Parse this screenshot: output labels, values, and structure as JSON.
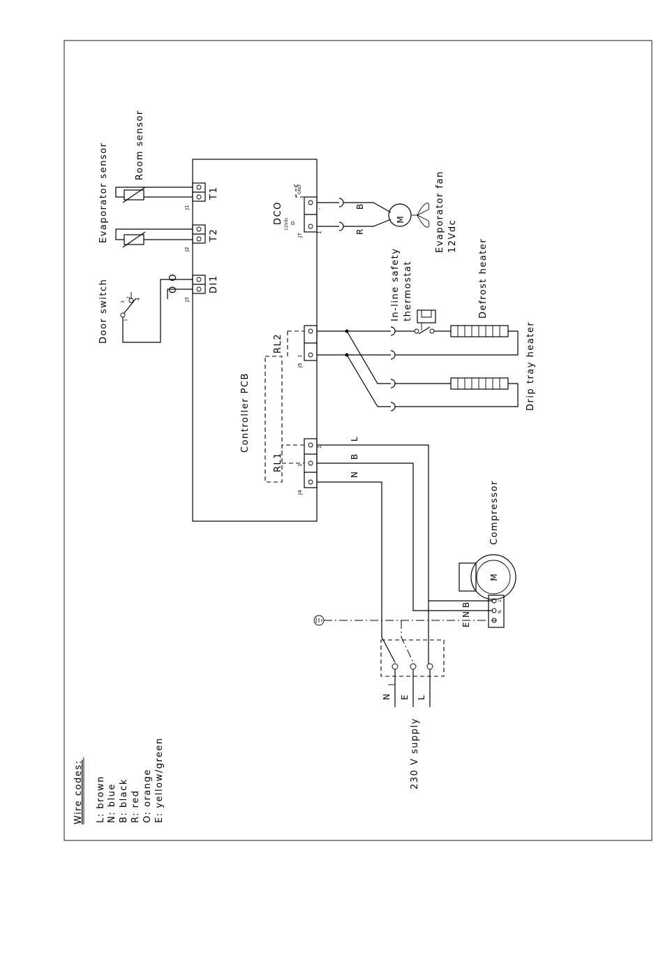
{
  "labels": {
    "room_sensor": "Room sensor",
    "evaporator_sensor": "Evaporator sensor",
    "door_switch": "Door switch",
    "controller_pcb": "Controller PCB",
    "in_line_safety": "In-line safety",
    "thermostat": "thermostat",
    "defrost_heater": "Defrost heater",
    "drip_tray_heater": "Drip tray heater",
    "evaporator_fan": "Evaporator fan",
    "fan_voltage": "12Vdc",
    "compressor": "Compressor",
    "supply": "230 V supply"
  },
  "terminals": {
    "t1": "T1",
    "t2": "T2",
    "di1": "DI1",
    "dco": "DCO",
    "rl1": "RL1",
    "rl2": "RL2",
    "j1": "J1",
    "j2": "J2",
    "j3": "J3",
    "j4": "J4",
    "j5": "J5",
    "j7": "J7",
    "dco_v": "12Vdc",
    "dco_d": "D",
    "gnd": "GND",
    "pin1": "1",
    "minus": "-"
  },
  "switch_pins": {
    "p1": "1",
    "p2": "2",
    "p3": "3",
    "p4": "4"
  },
  "symbols": {
    "motor": "M"
  },
  "wires": {
    "n": "N",
    "e": "E",
    "l": "L",
    "b": "B",
    "r": "R"
  },
  "compressor_terms": {
    "n": "N",
    "one": "1"
  },
  "legend": {
    "title": "Wire codes:",
    "items": [
      "L: brown",
      "N: blue",
      "B: black",
      "R: red",
      "O: orange",
      "E: yellow/green"
    ]
  }
}
